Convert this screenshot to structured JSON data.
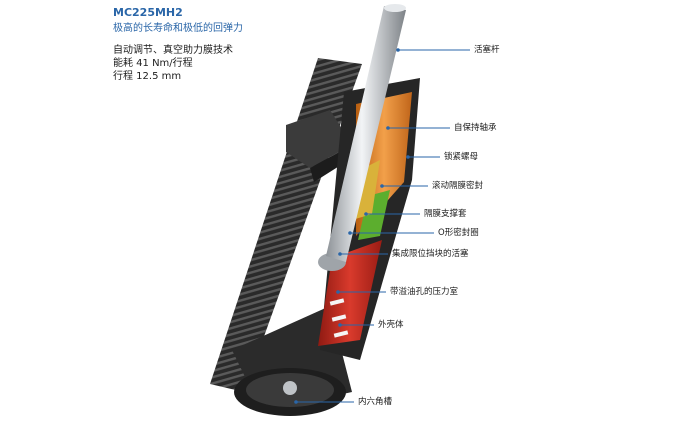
{
  "header": {
    "model": "MC225MH2",
    "tagline": "极高的长寿命和极低的回弹力",
    "specs": [
      "自动调节、真空助力膜技术",
      "能耗 41 Nm/行程",
      "行程 12.5 mm"
    ]
  },
  "callouts": [
    {
      "id": "piston-rod",
      "label": "活塞杆"
    },
    {
      "id": "self-lubricating-bearing",
      "label": "自保持轴承"
    },
    {
      "id": "lock-nut",
      "label": "锁紧螺母"
    },
    {
      "id": "rolling-diaphragm-seal",
      "label": "滚动隔膜密封"
    },
    {
      "id": "diaphragm-support-sleeve",
      "label": "隔膜支撑套"
    },
    {
      "id": "o-ring",
      "label": "O形密封圈"
    },
    {
      "id": "integrated-stop-piston",
      "label": "集成限位挡块的活塞"
    },
    {
      "id": "pressure-chamber",
      "label": "带溢油孔的压力室"
    },
    {
      "id": "outer-body",
      "label": "外壳体"
    },
    {
      "id": "hex-socket",
      "label": "内六角槽"
    }
  ],
  "colors": {
    "title_blue": "#2a66a8",
    "callout_line": "#2a66a8",
    "body_dark": "#2b2b2b",
    "chamber_red": "#c8281e",
    "orange": "#e8851f",
    "rod_silver": "#c9cdd1",
    "seal_green": "#5cae2e"
  }
}
